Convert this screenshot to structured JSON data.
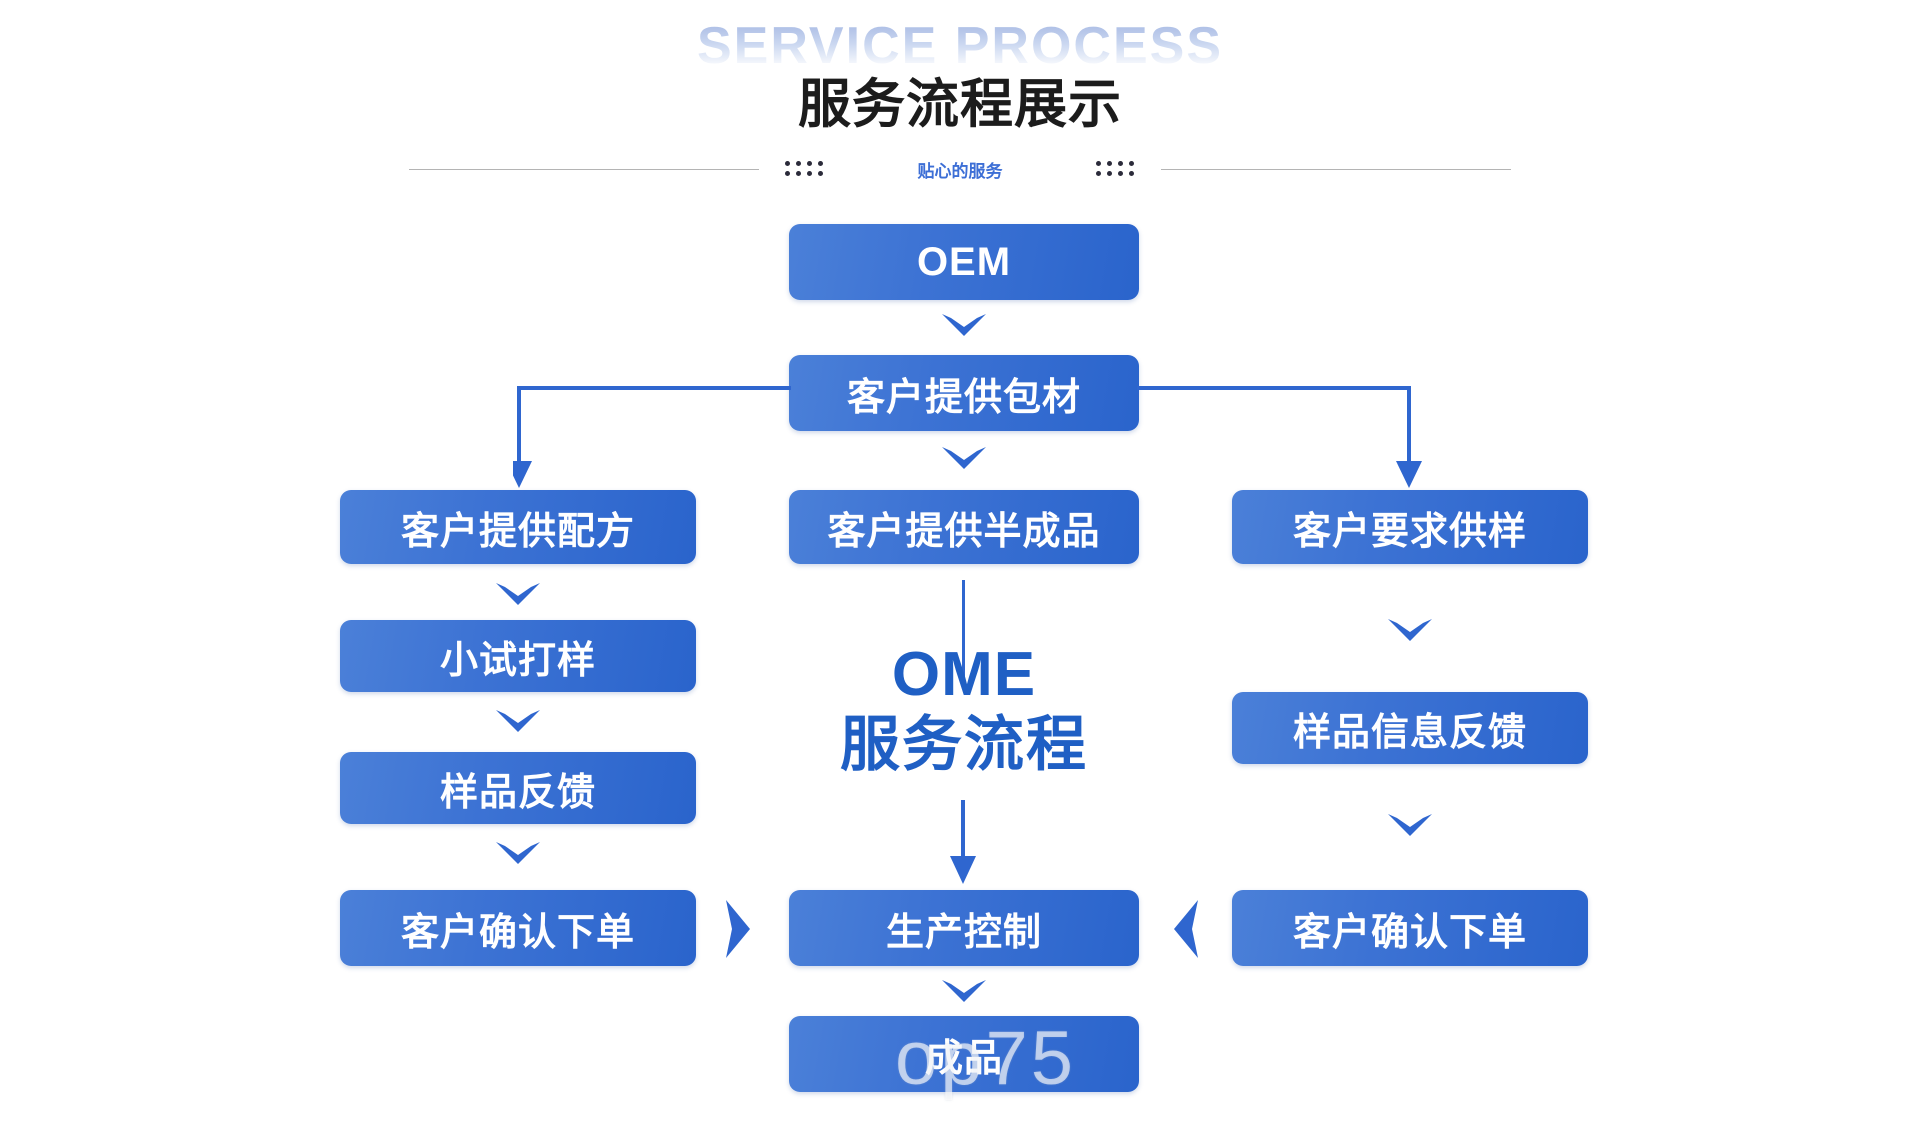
{
  "header": {
    "watermark_title": "SERVICE PROCESS",
    "main_title": "服务流程展示",
    "divider_text": "贴心的服务"
  },
  "colors": {
    "box_gradient_from": "#4b80d8",
    "box_gradient_to": "#2a64cc",
    "accent_blue": "#3d6fd6",
    "center_label_blue": "#1f5fc4",
    "arrow_blue": "#2f66cf",
    "title_black": "#1c1c1c",
    "watermark_blue": "#b9c6e8"
  },
  "center_label": {
    "line1": "OME",
    "line2": "服务流程"
  },
  "overlay_watermark": "op75",
  "nodes": {
    "oem": "OEM",
    "packaging": "客户提供包材",
    "left_formula": "客户提供配方",
    "left_pilot": "小试打样",
    "left_sample_feedback": "样品反馈",
    "left_confirm_order": "客户确认下单",
    "center_semifinished": "客户提供半成品",
    "center_production": "生产控制",
    "center_finished": "成品",
    "right_request_sample": "客户要求供样",
    "right_sample_info": "样品信息反馈",
    "right_confirm_order": "客户确认下单"
  },
  "icons": {
    "chevron_down": "chevron-down-icon",
    "chevron_right": "chevron-right-icon",
    "chevron_left": "chevron-left-icon",
    "dot_grid": "dot-grid-icon"
  }
}
